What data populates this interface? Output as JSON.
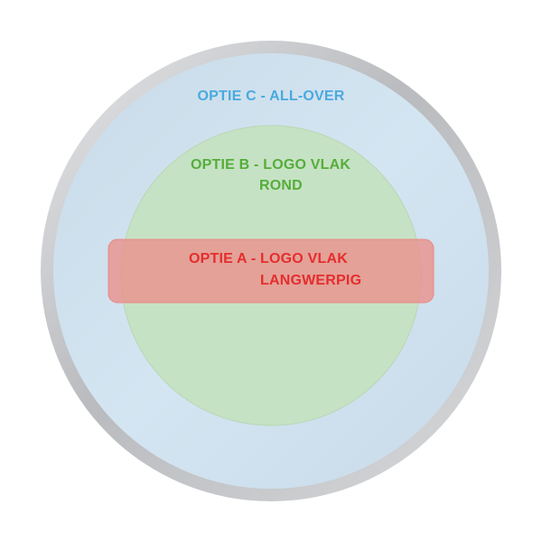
{
  "zones": {
    "option_c": {
      "label": "OPTIE C - ALL-OVER",
      "color": "#4aa9e0"
    },
    "option_b": {
      "line1": "OPTIE B - LOGO VLAK",
      "line2": "ROND",
      "color": "#55ad3a"
    },
    "option_a": {
      "line1": "OPTIE A - LOGO VLAK",
      "line2": "LANGWERPIG",
      "color": "#e52d2d"
    }
  }
}
